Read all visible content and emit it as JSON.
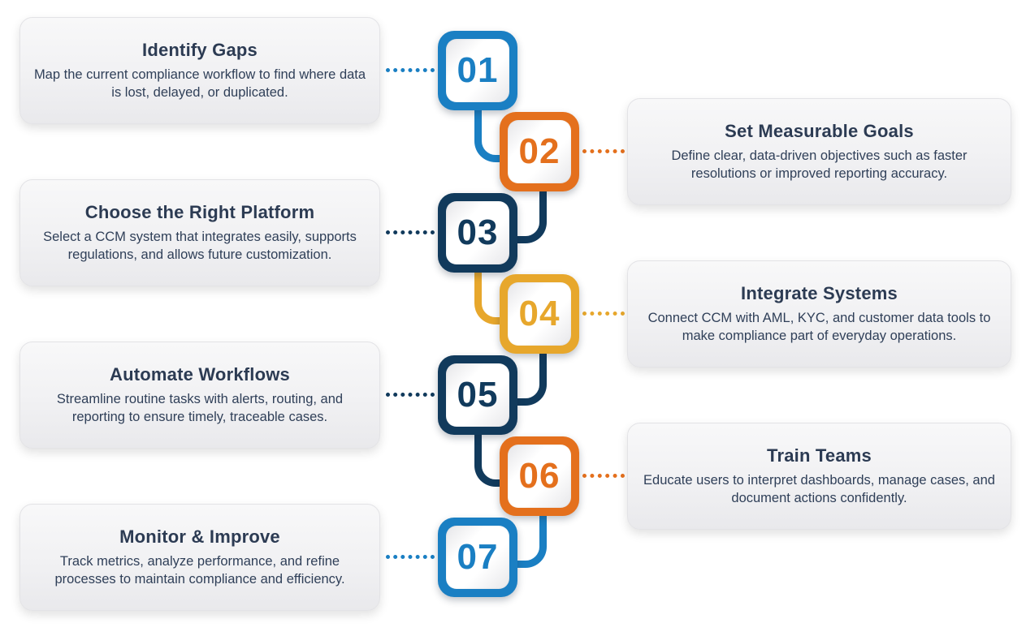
{
  "infographic": {
    "theme": "CCM compliance implementation process",
    "background_color": "#ffffff",
    "card_background": "#f1f1f3",
    "text_color": "#2c3b53"
  },
  "palette": {
    "blue": "#1a7fc3",
    "orange": "#e4701d",
    "navy": "#113a5c",
    "gold": "#e7a72c"
  },
  "steps": [
    {
      "number": "01",
      "title": "Identify Gaps",
      "description": "Map the current compliance workflow to find where data is lost, delayed, or duplicated.",
      "side": "left",
      "color": "#1a7fc3",
      "color_name": "blue"
    },
    {
      "number": "02",
      "title": "Set Measurable Goals",
      "description": "Define clear, data-driven objectives such as faster resolutions or improved reporting accuracy.",
      "side": "right",
      "color": "#e4701d",
      "color_name": "orange"
    },
    {
      "number": "03",
      "title": "Choose the Right Platform",
      "description": "Select a CCM system that integrates easily, supports regulations, and allows future customization.",
      "side": "left",
      "color": "#113a5c",
      "color_name": "navy"
    },
    {
      "number": "04",
      "title": "Integrate Systems",
      "description": "Connect CCM with AML, KYC, and customer data tools to make compliance part of everyday operations.",
      "side": "right",
      "color": "#e7a72c",
      "color_name": "gold"
    },
    {
      "number": "05",
      "title": "Automate Workflows",
      "description": "Streamline routine tasks with alerts, routing, and reporting to ensure timely, traceable cases.",
      "side": "left",
      "color": "#113a5c",
      "color_name": "navy"
    },
    {
      "number": "06",
      "title": "Train Teams",
      "description": "Educate users to interpret dashboards, manage cases, and document actions confidently.",
      "side": "right",
      "color": "#e4701d",
      "color_name": "orange"
    },
    {
      "number": "07",
      "title": "Monitor & Improve",
      "description": "Track metrics, analyze performance, and refine processes to maintain compliance and efficiency.",
      "side": "left",
      "color": "#1a7fc3",
      "color_name": "blue"
    }
  ],
  "connectors": [
    {
      "from": "01",
      "to": "02",
      "color": "#1a7fc3"
    },
    {
      "from": "02",
      "to": "03",
      "color": "#113a5c"
    },
    {
      "from": "03",
      "to": "04",
      "color": "#e7a72c"
    },
    {
      "from": "04",
      "to": "05",
      "color": "#113a5c"
    },
    {
      "from": "05",
      "to": "06",
      "color": "#113a5c"
    },
    {
      "from": "06",
      "to": "07",
      "color": "#1a7fc3"
    }
  ]
}
